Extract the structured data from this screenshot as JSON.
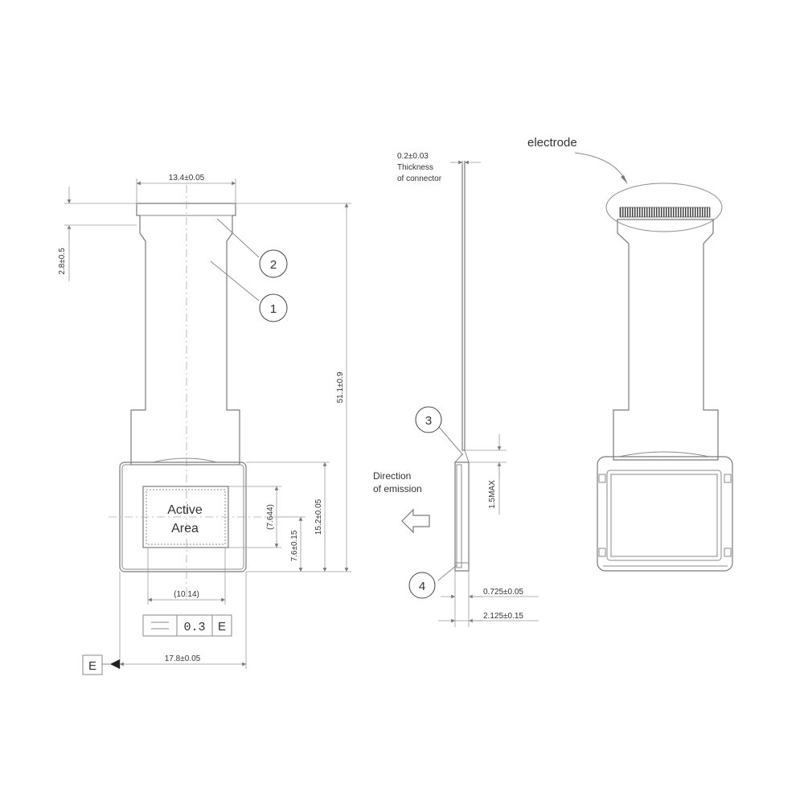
{
  "front_view": {
    "dim_top_width": "13.4±0.05",
    "dim_top_height": "2.8±0.5",
    "dim_total_length": "51.1±0.9",
    "dim_body_height": "15.2±0.05",
    "dim_active_height": "(7.644)",
    "dim_active_offset": "7.6±0.15",
    "dim_active_width": "(10.14)",
    "dim_body_width": "17.8±0.05",
    "active_area_line1": "Active",
    "active_area_line2": "Area",
    "flatness_symbol": "⏥",
    "flatness_value": "0.3",
    "flatness_datum": "E",
    "datum_label": "E",
    "callout_1": "1",
    "callout_2": "2"
  },
  "side_view": {
    "connector_thickness": "0.2±0.03",
    "connector_label_line1": "Thickness",
    "connector_label_line2": "of connector",
    "dim_max": "1.5MAX",
    "emission_line1": "Direction",
    "emission_line2": "of emission",
    "dim_panel": "0.725±0.05",
    "dim_total": "2.125±0.15",
    "callout_3": "3",
    "callout_4": "4"
  },
  "rear_view": {
    "electrode_label": "electrode"
  }
}
